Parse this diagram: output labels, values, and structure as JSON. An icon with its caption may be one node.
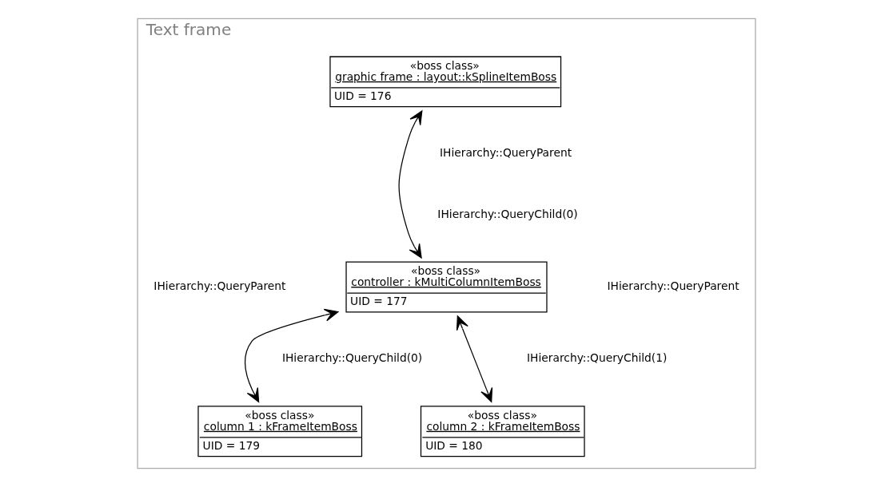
{
  "diagram": {
    "nodes": [
      {
        "text": [
          "Text frame"
        ]
      },
      {
        "text": [
          "«boss class»",
          "graphic frame : layout::kSplineItemBoss",
          "UID = 176"
        ],
        "in": 0
      },
      {
        "text": [
          "«boss class»",
          "controller : kMultiColumnItemBoss",
          "UID = 177"
        ],
        "in": 0
      },
      {
        "text": [
          "«boss class»",
          "column 1 : kFrameItemBoss",
          "UID = 179"
        ],
        "in": 0
      },
      {
        "text": [
          "«boss class»",
          "column 2 : kFrameItemBoss",
          "UID = 180"
        ],
        "in": 0
      }
    ],
    "edges": [
      {
        "from": 1,
        "to": 2,
        "arrow": "both"
      },
      {
        "from": 2,
        "to": 3,
        "arrow": "both"
      },
      {
        "from": 2,
        "to": 4,
        "arrow": "both"
      }
    ],
    "labels": [
      "IHierarchy::QueryParent",
      "IHierarchy::QueryChild(0)",
      "IHierarchy::QueryParent",
      "IHierarchy::QueryParent",
      "IHierarchy::QueryChild(0)",
      "IHierarchy::QueryChild(1)"
    ]
  }
}
